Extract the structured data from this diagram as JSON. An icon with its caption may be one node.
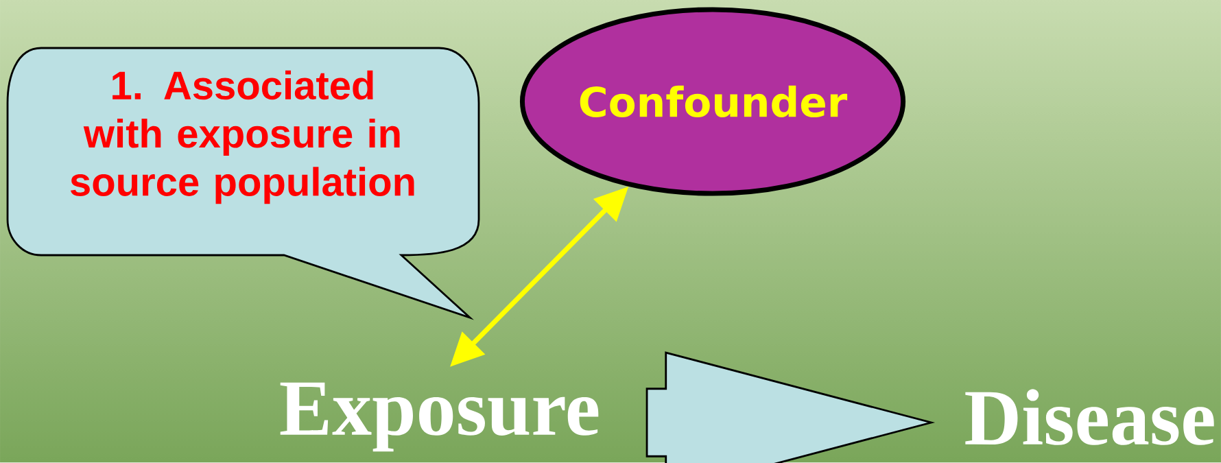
{
  "diagram": {
    "nodes": [
      {
        "text": [
          "1. Associated with exposure in source population"
        ]
      },
      {
        "text": [
          "Confounder"
        ]
      },
      {
        "text": [
          "Exposure"
        ]
      },
      {
        "text": [
          "Disease"
        ]
      }
    ],
    "edges": [
      {
        "from": 2,
        "to": 1,
        "arrow": "both"
      },
      {
        "from": 2,
        "to": 3,
        "arrow": "to"
      }
    ]
  }
}
